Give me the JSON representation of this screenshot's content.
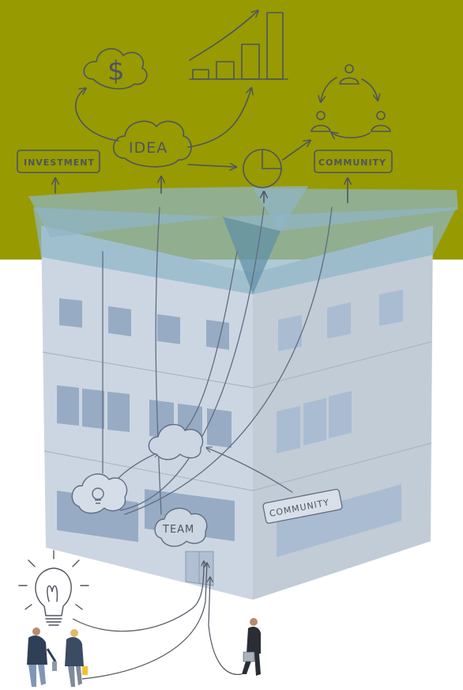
{
  "labels": {
    "idea": "IDEA",
    "investment": "INVESTMENT",
    "community_top": "COMMUNITY",
    "community_building": "COMMUNITY",
    "team": "TEAM",
    "currency_symbol": "$"
  },
  "colors": {
    "olive_background": "#979a00",
    "box_flap": "#8fb5c6",
    "building_front": "#ccd6e2",
    "building_side": "#c2ccd6",
    "window": "#97abc4",
    "line_ink": "#4e5460"
  },
  "icons": {
    "money_cloud": "dollar-cloud-icon",
    "growth_chart": "bar-chart-icon",
    "people_cycle": "community-cycle-icon",
    "pie_chart": "pie-chart-icon",
    "lightbulb": "lightbulb-icon",
    "walking_people": "person-icon"
  }
}
